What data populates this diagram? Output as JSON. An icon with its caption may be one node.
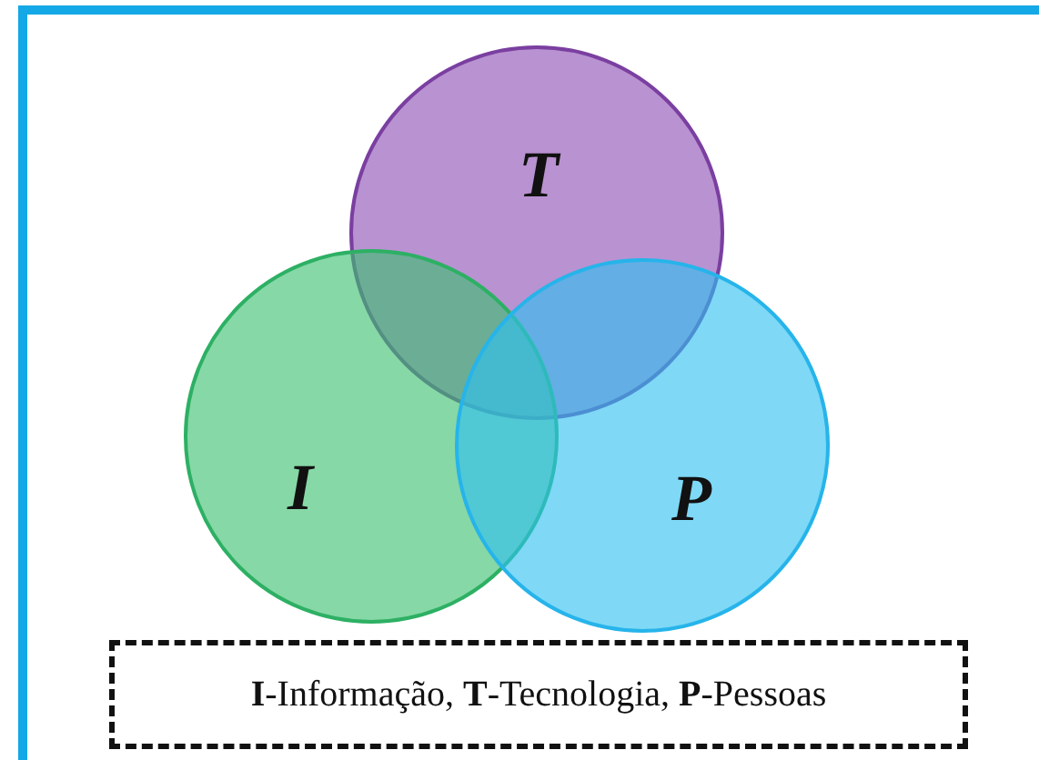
{
  "diagram": {
    "nodes": [
      {
        "text": [
          "T"
        ]
      },
      {
        "text": [
          "I"
        ]
      },
      {
        "text": [
          "P"
        ]
      },
      {
        "text": [
          "**I**-Informação, **T**-Tecnologia, **P**-Pessoas"
        ]
      }
    ],
    "edges": []
  }
}
